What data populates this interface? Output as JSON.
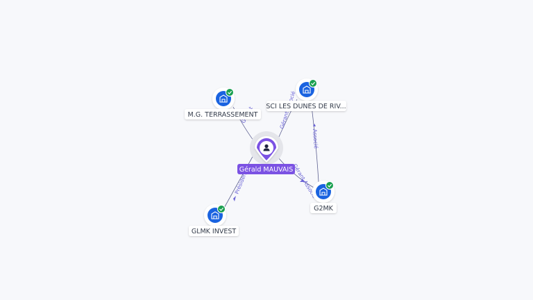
{
  "graph": {
    "center": {
      "label": "Gérald MAUVAIS",
      "icon": "person-icon",
      "accent": "#7b52e3"
    },
    "companies": [
      {
        "id": "mg",
        "label": "M.G. TERRASSEMENT",
        "icon": "building-icon",
        "status": "check-badge"
      },
      {
        "id": "sci",
        "label": "SCI LES DUNES DE RIV...",
        "icon": "building-icon",
        "status": "check-badge"
      },
      {
        "id": "g2mk",
        "label": "G2MK",
        "icon": "building-icon",
        "status": "check-badge"
      },
      {
        "id": "glmk",
        "label": "GLMK INVEST",
        "icon": "building-icon",
        "status": "check-badge"
      }
    ],
    "edges": [
      {
        "from": "center",
        "to": "mg",
        "label": "Gérant"
      },
      {
        "from": "center",
        "to": "sci",
        "label": "Gérant Associé"
      },
      {
        "from": "center",
        "to": "g2mk",
        "label": "Gérant Associé"
      },
      {
        "from": "center",
        "to": "glmk",
        "label": "Président"
      },
      {
        "from": "sci",
        "to": "g2mk",
        "label": "Associé"
      }
    ],
    "colors": {
      "building": "#1a63e0",
      "check": "#1aa050",
      "edge": "#5c5f8f",
      "edge_label": "#6a63d6"
    }
  }
}
